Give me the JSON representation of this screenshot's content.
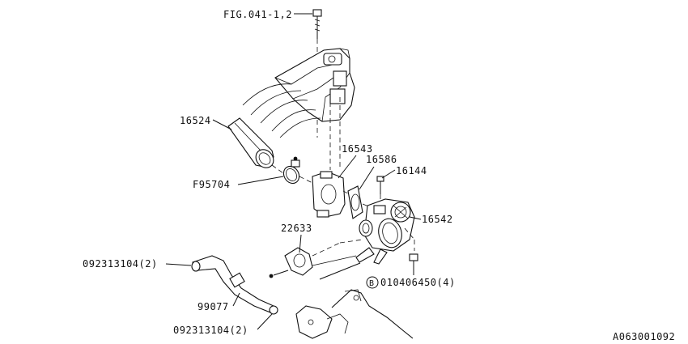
{
  "labels": {
    "fig_ref": "FIG.041-1,2",
    "p16524": "16524",
    "p16543": "16543",
    "p16586": "16586",
    "p16144": "16144",
    "pF95704": "F95704",
    "p16542": "16542",
    "p22633": "22633",
    "p092313104_top": "092313104(2)",
    "p010406450": "010406450(4)",
    "b_marker": "B",
    "p99077": "99077",
    "p092313104_bottom": "092313104(2)",
    "diagram_code": "A063001092"
  }
}
